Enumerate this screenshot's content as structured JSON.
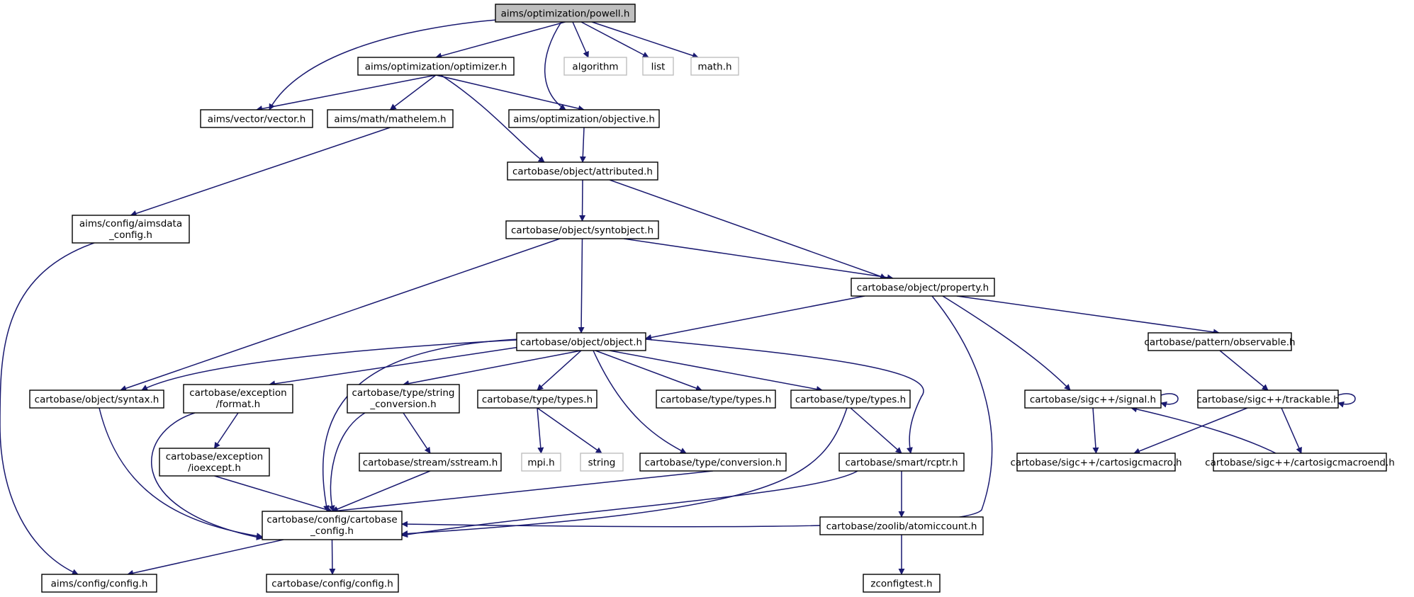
{
  "colors": {
    "edge": "#191970",
    "node_border": "#000000",
    "external_border": "#bfbfbf",
    "root_fill": "#bfbfbf",
    "node_fill": "#ffffff",
    "text": "#000000"
  },
  "nodes": {
    "powell": {
      "label": "aims/optimization/powell.h",
      "kind": "root"
    },
    "optimizer": {
      "label": "aims/optimization/optimizer.h",
      "kind": "file"
    },
    "algorithm": {
      "label": "algorithm",
      "kind": "external"
    },
    "list": {
      "label": "list",
      "kind": "external"
    },
    "math": {
      "label": "math.h",
      "kind": "external"
    },
    "vector": {
      "label": "aims/vector/vector.h",
      "kind": "file"
    },
    "mathelem": {
      "label": "aims/math/mathelem.h",
      "kind": "file"
    },
    "objective": {
      "label": "aims/optimization/objective.h",
      "kind": "file"
    },
    "attributed": {
      "label": "cartobase/object/attributed.h",
      "kind": "file"
    },
    "aimsdata_config": {
      "label": "aims/config/aimsdata\n_config.h",
      "kind": "file"
    },
    "syntobject": {
      "label": "cartobase/object/syntobject.h",
      "kind": "file"
    },
    "property": {
      "label": "cartobase/object/property.h",
      "kind": "file"
    },
    "object": {
      "label": "cartobase/object/object.h",
      "kind": "file"
    },
    "observable": {
      "label": "cartobase/pattern/observable.h",
      "kind": "file"
    },
    "syntax": {
      "label": "cartobase/object/syntax.h",
      "kind": "file"
    },
    "format": {
      "label": "cartobase/exception\n/format.h",
      "kind": "file"
    },
    "string_conversion": {
      "label": "cartobase/type/string\n_conversion.h",
      "kind": "file"
    },
    "types1": {
      "label": "cartobase/type/types.h",
      "kind": "file"
    },
    "types2": {
      "label": "cartobase/type/types.h",
      "kind": "file"
    },
    "types3": {
      "label": "cartobase/type/types.h",
      "kind": "file"
    },
    "signal": {
      "label": "cartobase/sigc++/signal.h",
      "kind": "file"
    },
    "trackable": {
      "label": "cartobase/sigc++/trackable.h",
      "kind": "file"
    },
    "ioexcept": {
      "label": "cartobase/exception\n/ioexcept.h",
      "kind": "file"
    },
    "sstream": {
      "label": "cartobase/stream/sstream.h",
      "kind": "file"
    },
    "mpi": {
      "label": "mpi.h",
      "kind": "external"
    },
    "string": {
      "label": "string",
      "kind": "external"
    },
    "conversion": {
      "label": "cartobase/type/conversion.h",
      "kind": "file"
    },
    "rcptr": {
      "label": "cartobase/smart/rcptr.h",
      "kind": "file"
    },
    "cartosigcmacro": {
      "label": "cartobase/sigc++/cartosigcmacro.h",
      "kind": "file"
    },
    "cartosigcmacroend": {
      "label": "cartobase/sigc++/cartosigcmacroend.h",
      "kind": "file"
    },
    "cartobase_config": {
      "label": "cartobase/config/cartobase\n_config.h",
      "kind": "file"
    },
    "atomiccount": {
      "label": "cartobase/zoolib/atomiccount.h",
      "kind": "file"
    },
    "aims_config": {
      "label": "aims/config/config.h",
      "kind": "file"
    },
    "cartobase_config_config": {
      "label": "cartobase/config/config.h",
      "kind": "file"
    },
    "zconfigtest": {
      "label": "zconfigtest.h",
      "kind": "file"
    }
  },
  "edges": [
    [
      "powell",
      "vector"
    ],
    [
      "powell",
      "optimizer"
    ],
    [
      "powell",
      "objective"
    ],
    [
      "powell",
      "algorithm"
    ],
    [
      "powell",
      "list"
    ],
    [
      "powell",
      "math"
    ],
    [
      "optimizer",
      "vector"
    ],
    [
      "optimizer",
      "mathelem"
    ],
    [
      "optimizer",
      "objective"
    ],
    [
      "optimizer",
      "attributed"
    ],
    [
      "mathelem",
      "aimsdata_config"
    ],
    [
      "aimsdata_config",
      "aims_config"
    ],
    [
      "objective",
      "attributed"
    ],
    [
      "attributed",
      "syntobject"
    ],
    [
      "attributed",
      "property"
    ],
    [
      "syntobject",
      "syntax"
    ],
    [
      "syntobject",
      "object"
    ],
    [
      "syntobject",
      "property"
    ],
    [
      "property",
      "object"
    ],
    [
      "property",
      "observable"
    ],
    [
      "property",
      "signal"
    ],
    [
      "property",
      "cartobase_config"
    ],
    [
      "object",
      "syntax"
    ],
    [
      "object",
      "format"
    ],
    [
      "object",
      "string_conversion"
    ],
    [
      "object",
      "types1"
    ],
    [
      "object",
      "types2"
    ],
    [
      "object",
      "types3"
    ],
    [
      "object",
      "conversion"
    ],
    [
      "object",
      "rcptr"
    ],
    [
      "object",
      "cartobase_config"
    ],
    [
      "syntax",
      "cartobase_config"
    ],
    [
      "format",
      "ioexcept"
    ],
    [
      "format",
      "cartobase_config"
    ],
    [
      "ioexcept",
      "cartobase_config"
    ],
    [
      "string_conversion",
      "sstream"
    ],
    [
      "string_conversion",
      "cartobase_config"
    ],
    [
      "sstream",
      "cartobase_config"
    ],
    [
      "types1",
      "mpi"
    ],
    [
      "types1",
      "string"
    ],
    [
      "types3",
      "rcptr"
    ],
    [
      "types3",
      "cartobase_config"
    ],
    [
      "conversion",
      "cartobase_config"
    ],
    [
      "rcptr",
      "cartobase_config"
    ],
    [
      "rcptr",
      "atomiccount"
    ],
    [
      "atomiccount",
      "zconfigtest"
    ],
    [
      "observable",
      "trackable"
    ],
    [
      "signal",
      "signal"
    ],
    [
      "signal",
      "cartosigcmacro"
    ],
    [
      "trackable",
      "trackable"
    ],
    [
      "trackable",
      "cartosigcmacro"
    ],
    [
      "trackable",
      "cartosigcmacroend"
    ],
    [
      "cartosigcmacroend",
      "signal"
    ],
    [
      "cartobase_config",
      "aims_config"
    ],
    [
      "cartobase_config",
      "cartobase_config_config"
    ]
  ]
}
